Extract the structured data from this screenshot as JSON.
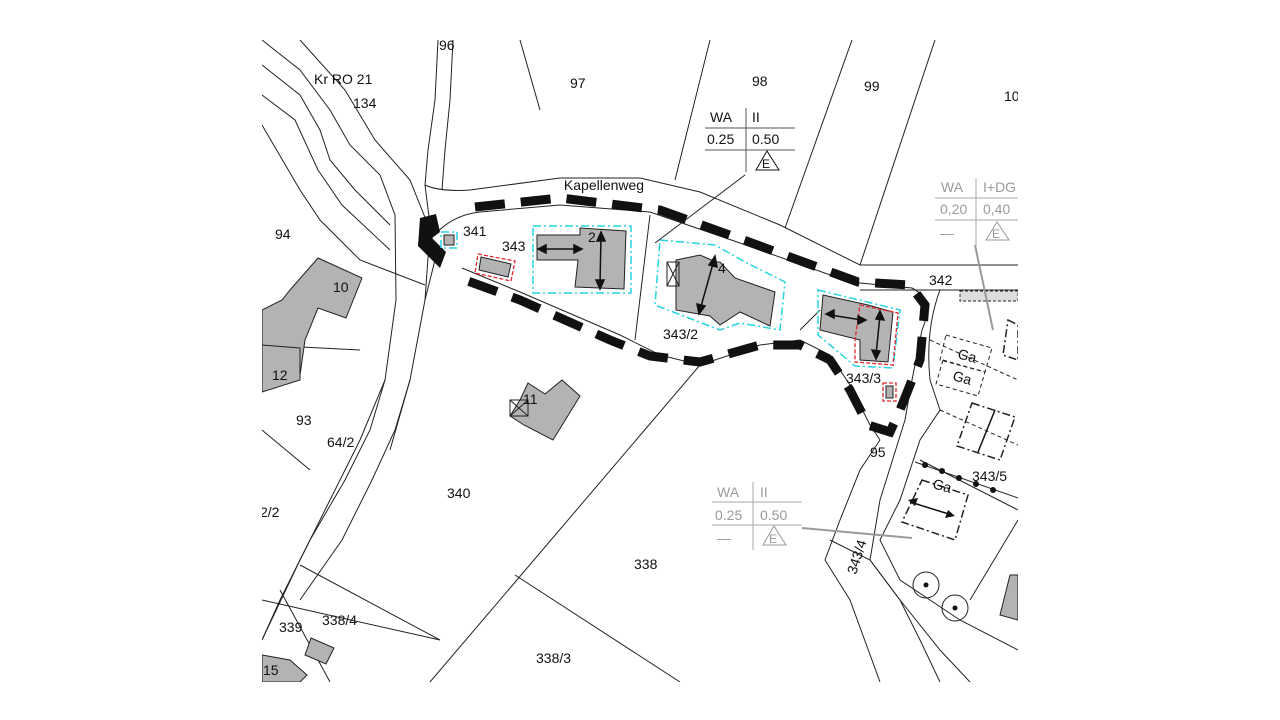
{
  "map": {
    "road_name": "Kapellenweg",
    "county_road": "Kr RO 21",
    "parcels": {
      "p96": "96",
      "p134": "134",
      "p97": "97",
      "p98": "98",
      "p99": "99",
      "p10x": "10",
      "p94": "94",
      "p341": "341",
      "p343": "343",
      "p342": "342",
      "p343_2": "343/2",
      "p343_3": "343/3",
      "p93": "93",
      "p64_2": "64/2",
      "p340": "340",
      "p2_2": "2/2",
      "p95": "95",
      "p343_5": "343/5",
      "p338": "338",
      "p343_4": "343/4",
      "p339": "339",
      "p338_4": "338/4",
      "p338_3": "338/3"
    },
    "house_numbers": {
      "h2": "2",
      "h4": "4",
      "h10": "10",
      "h12": "12",
      "h11": "11",
      "h15": "15"
    },
    "garage_label": "Ga",
    "usage_tables": [
      {
        "zone": "WA",
        "floors": "II",
        "grz": "0.25",
        "gfz": "0.50",
        "symbol": "E",
        "color": "#111111"
      },
      {
        "zone": "WA",
        "floors": "I+DG",
        "grz": "0,20",
        "gfz": "0,40",
        "roof": "—",
        "symbol": "E",
        "color": "#9a9a9a"
      },
      {
        "zone": "WA",
        "floors": "II",
        "grz": "0.25",
        "gfz": "0.50",
        "roof": "—",
        "symbol": "E",
        "color": "#9a9a9a"
      }
    ],
    "colors": {
      "building": "#b3b3b3",
      "building_envelope": "#27d3e0",
      "existing_outline": "#e0262a",
      "boundary": "#111111"
    }
  }
}
